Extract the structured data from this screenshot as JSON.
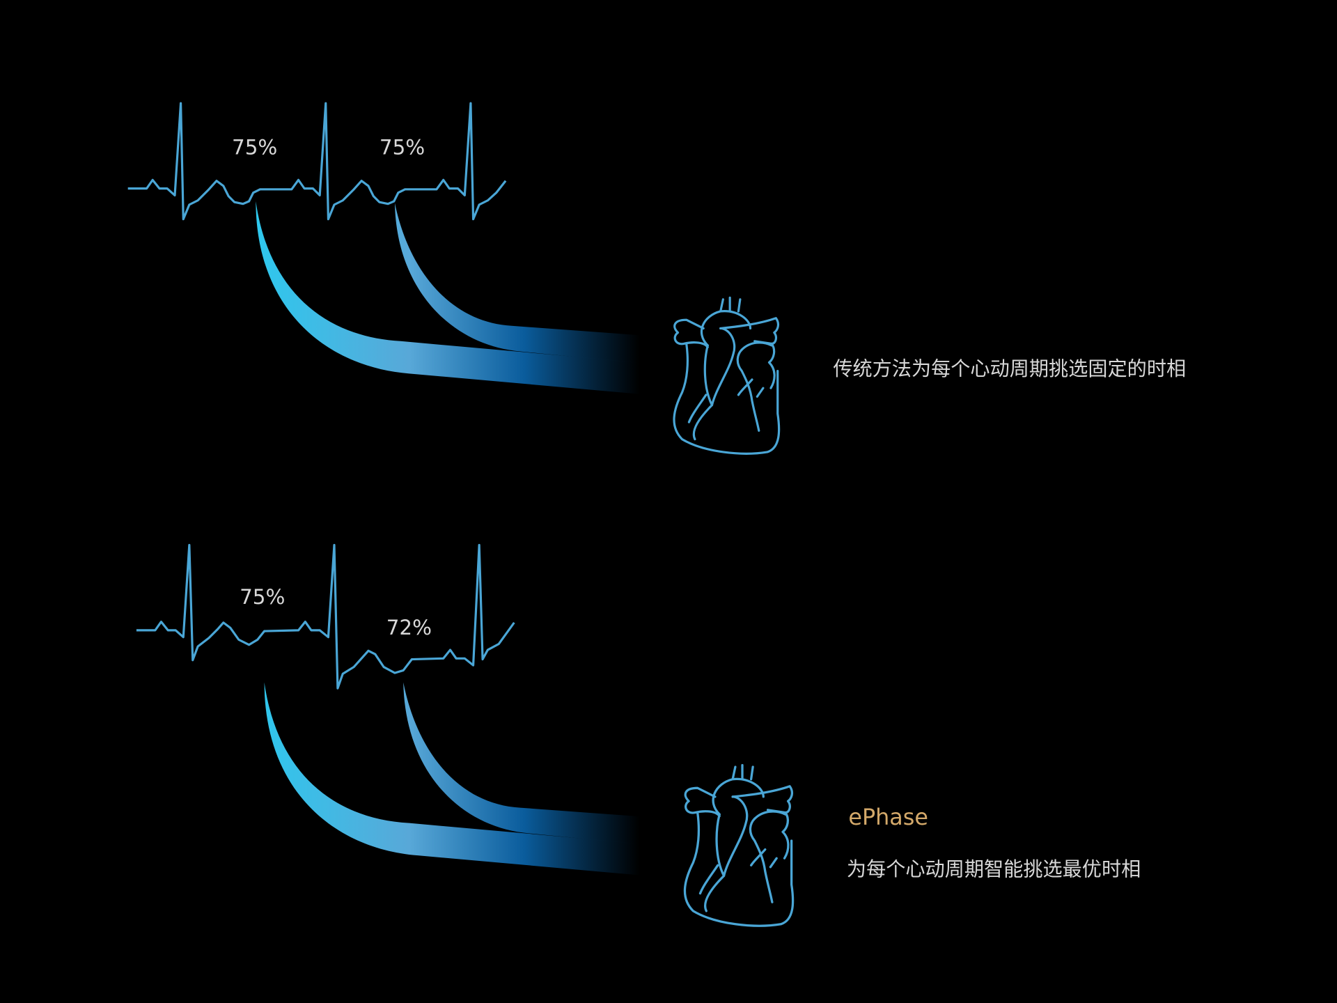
{
  "traditional": {
    "phases": [
      "75%",
      "75%"
    ],
    "caption": "传统方法为每个心动周期挑选固定的时相"
  },
  "ephase": {
    "phases": [
      "75%",
      "72%"
    ],
    "brand": "ePhase",
    "caption": "为每个心动周期智能挑选最优时相"
  },
  "colors": {
    "ecg": "#4aa6d6",
    "ribbon_start": "#2ec8ee",
    "ribbon_mid": "#0a5a9a",
    "brand": "#d4a96a",
    "text": "#d8d8d8"
  }
}
